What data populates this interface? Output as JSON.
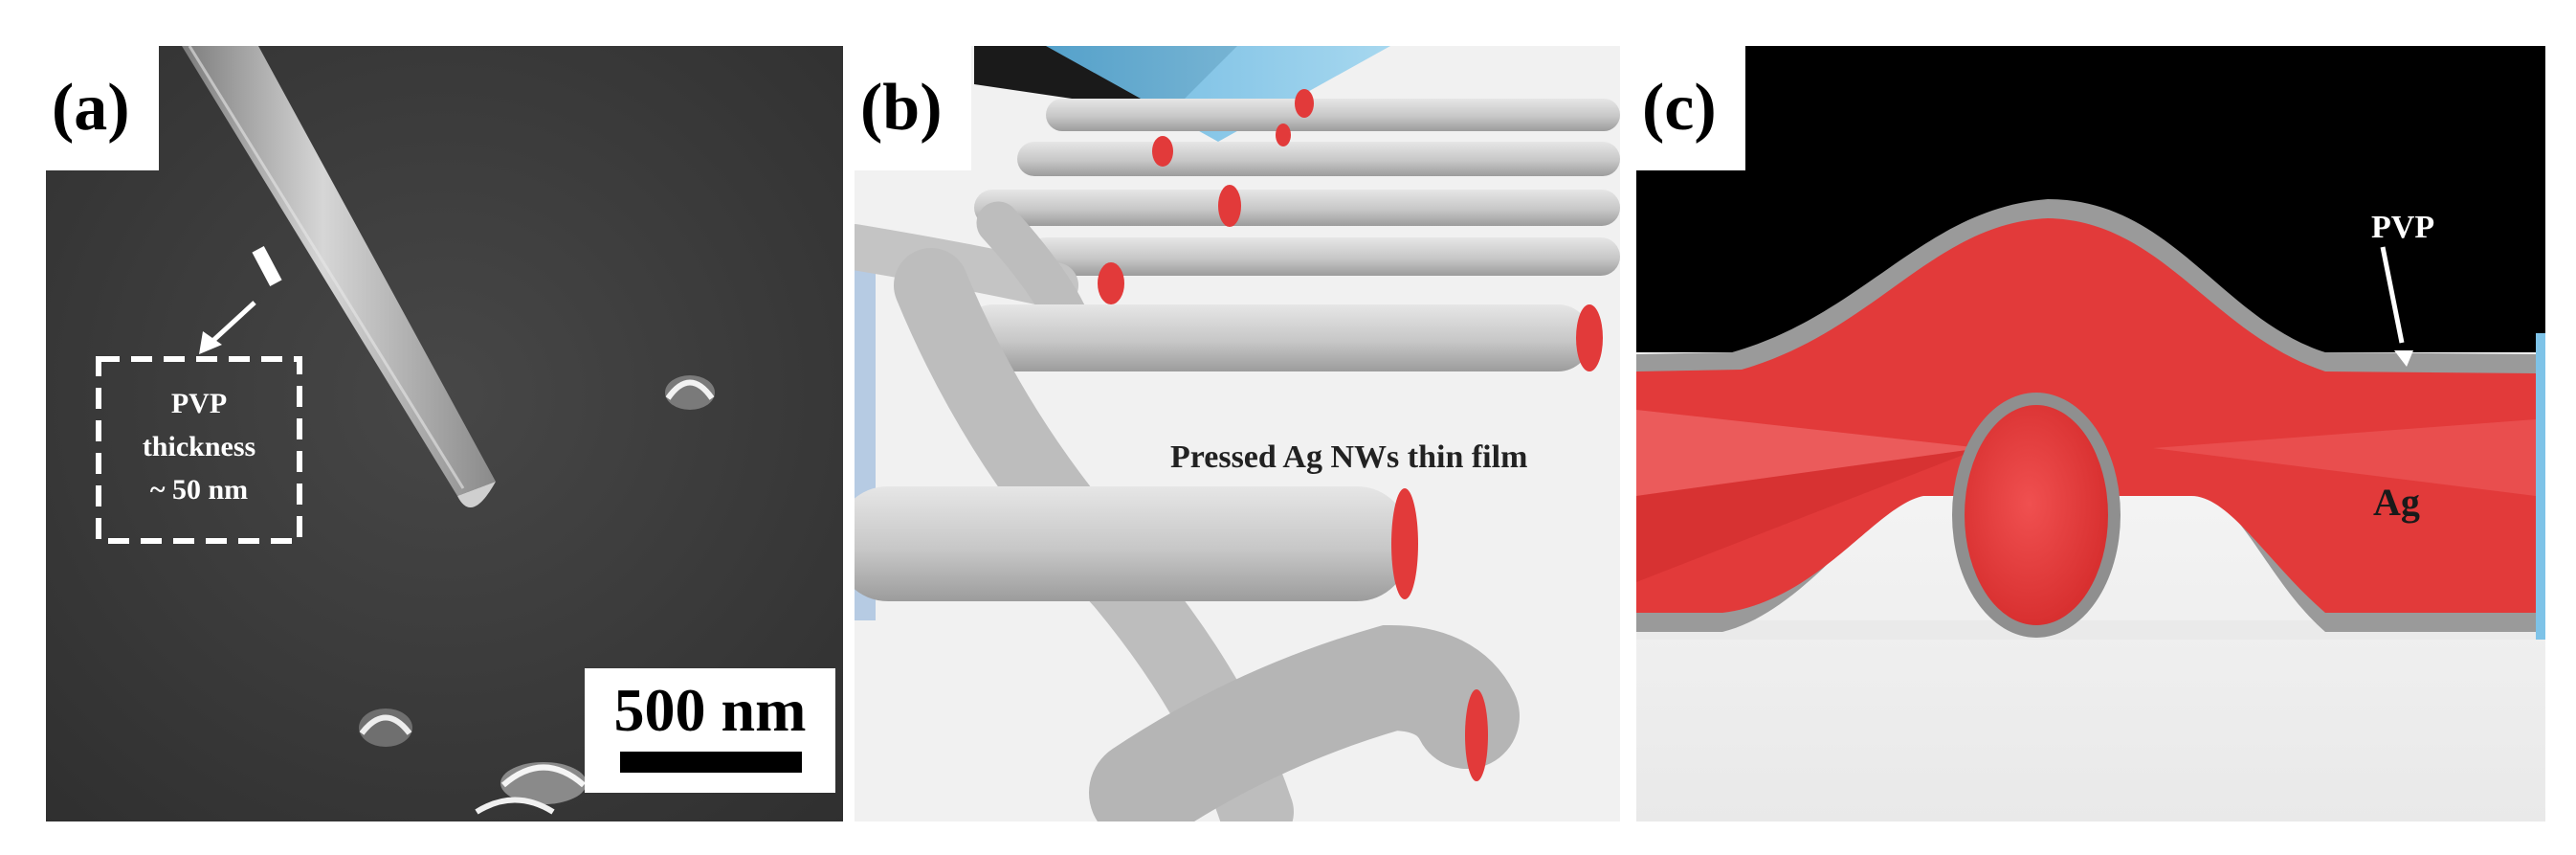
{
  "figure": {
    "panels": [
      {
        "label": "(a)",
        "annotation_lines": [
          "PVP",
          "thickness",
          "~ 50 nm"
        ],
        "scale_bar": "500 nm"
      },
      {
        "label": "(b)",
        "caption": "Pressed Ag NWs thin film"
      },
      {
        "label": "(c)",
        "labels": {
          "pvp": "PVP",
          "ag": "Ag"
        }
      }
    ]
  },
  "colors": {
    "sem_background": "#3a3a3a",
    "nanowire_gray": "#c8c8c8",
    "silver_core_red": "#e23a3a",
    "pvp_shell_gray": "#9a9a9a",
    "sky_blue": "#7ec3e8"
  }
}
